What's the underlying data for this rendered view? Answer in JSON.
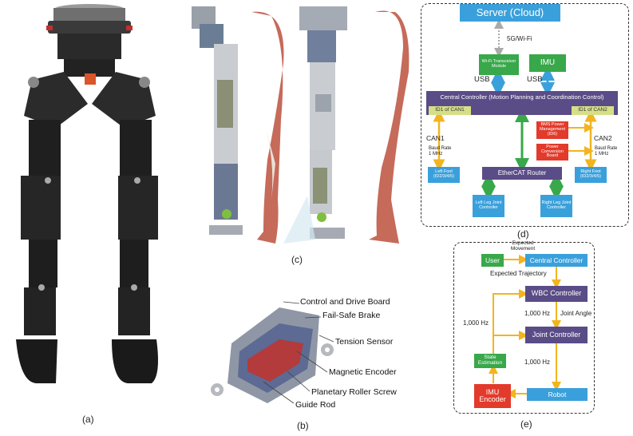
{
  "labels": {
    "a": "(a)",
    "b": "(b)",
    "c": "(c)",
    "d": "(d)",
    "e": "(e)"
  },
  "colors": {
    "purple": "#5a4c86",
    "blue": "#3aa0db",
    "green": "#38a84a",
    "red": "#e23a2b",
    "gold": "#f2b51f",
    "olive": "#d6df87"
  },
  "actuator_callouts": [
    "Control and Drive Board",
    "Fail-Safe Brake",
    "Tension Sensor",
    "Magnetic Encoder",
    "Planetary Roller Screw",
    "Guide Rod"
  ],
  "diagram_d": {
    "server": "Server (Cloud)",
    "link_5g": "5G/Wi-Fi",
    "wifi_module": "Wi-Fi Transceiver Module",
    "imu": "IMU",
    "usb_left": "USB",
    "usb_right": "USB",
    "central": "Central Controller (Motion Planning and Coordination Control)",
    "id1_can1": "ID1 of CAN1",
    "id1_can2": "ID1 of CAN2",
    "can1": "CAN1",
    "can2": "CAN2",
    "baud_left": "Baud Rate 1 MHz",
    "baud_right": "Baud Rate 1 MHz",
    "bms": "BMS Power Management (ID6)",
    "power_board": "Power Conversion Board",
    "left_foot": "Left Foot (ID2/3/4/5)",
    "right_foot": "Right Foot (ID2/3/4/5)",
    "ethercat": "EtherCAT Router",
    "left_leg": "Left Leg Joint Controller",
    "right_leg": "Right Leg Joint Controller"
  },
  "diagram_e": {
    "user": "User",
    "expected_movement": "Expected Movement",
    "central_controller": "Central Controller",
    "expected_trajectory": "Expected Trajectory",
    "wbc": "WBC Controller",
    "freq_1000_top": "1,000 Hz",
    "joint_angle": "Joint Angle",
    "freq_1000_left": "1,000 Hz",
    "joint_controller": "Joint Controller",
    "state_estimation": "State Estimation",
    "freq_1000_bottom": "1,000 Hz",
    "imu_encoder": "IMU Encoder",
    "robot": "Robot"
  }
}
